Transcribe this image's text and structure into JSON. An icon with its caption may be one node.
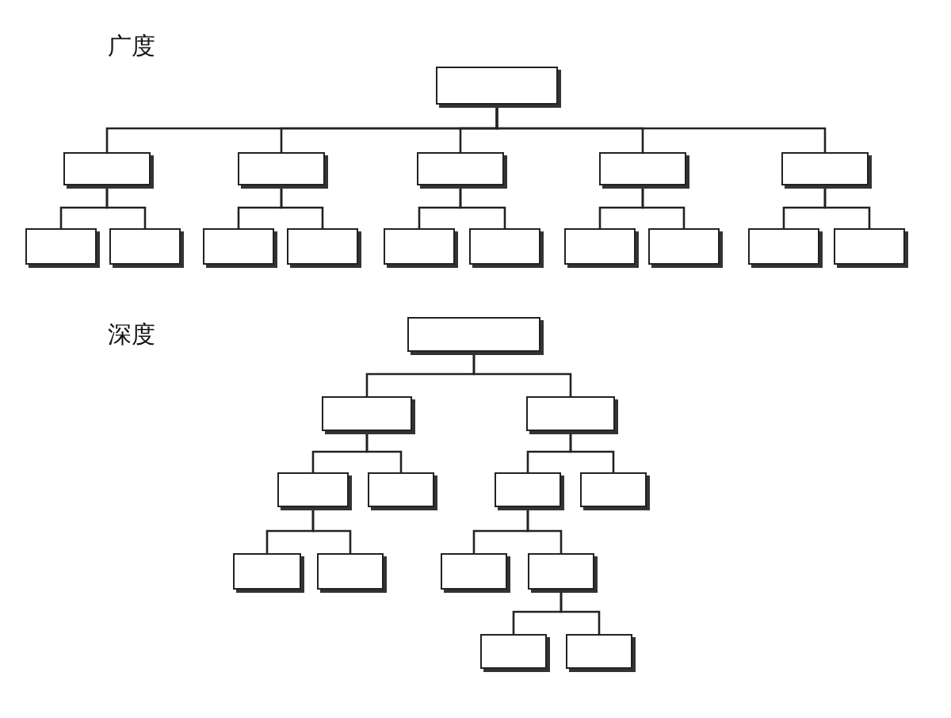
{
  "diagram": {
    "nodes": [
      {
        "text": [],
        "shape": "box"
      },
      {
        "text": [],
        "shape": "box"
      },
      {
        "text": [],
        "shape": "box"
      },
      {
        "text": [],
        "shape": "box"
      },
      {
        "text": [],
        "shape": "box"
      },
      {
        "text": [],
        "shape": "box"
      },
      {
        "text": [],
        "shape": "box"
      },
      {
        "text": [],
        "shape": "box"
      },
      {
        "text": [],
        "shape": "box"
      },
      {
        "text": [],
        "shape": "box"
      },
      {
        "text": [],
        "shape": "box"
      },
      {
        "text": [],
        "shape": "box"
      },
      {
        "text": [],
        "shape": "box"
      },
      {
        "text": [],
        "shape": "box"
      },
      {
        "text": [],
        "shape": "box"
      },
      {
        "text": [],
        "shape": "box"
      },
      {
        "text": [],
        "shape": "box"
      },
      {
        "text": [],
        "shape": "box"
      },
      {
        "text": [],
        "shape": "box"
      },
      {
        "text": [],
        "shape": "box"
      },
      {
        "text": [],
        "shape": "box"
      },
      {
        "text": [],
        "shape": "box"
      },
      {
        "text": [],
        "shape": "box"
      },
      {
        "text": [],
        "shape": "box"
      },
      {
        "text": [],
        "shape": "box"
      },
      {
        "text": [],
        "shape": "box"
      },
      {
        "text": [],
        "shape": "box"
      },
      {
        "text": [],
        "shape": "box"
      },
      {
        "text": [],
        "shape": "box"
      }
    ],
    "edges": [
      {
        "from": 0,
        "to": 1,
        "arrow": "none"
      },
      {
        "from": 0,
        "to": 2,
        "arrow": "none"
      },
      {
        "from": 0,
        "to": 3,
        "arrow": "none"
      },
      {
        "from": 0,
        "to": 4,
        "arrow": "none"
      },
      {
        "from": 0,
        "to": 5,
        "arrow": "none"
      },
      {
        "from": 1,
        "to": 6,
        "arrow": "none"
      },
      {
        "from": 1,
        "to": 7,
        "arrow": "none"
      },
      {
        "from": 2,
        "to": 8,
        "arrow": "none"
      },
      {
        "from": 2,
        "to": 9,
        "arrow": "none"
      },
      {
        "from": 3,
        "to": 10,
        "arrow": "none"
      },
      {
        "from": 3,
        "to": 11,
        "arrow": "none"
      },
      {
        "from": 4,
        "to": 12,
        "arrow": "none"
      },
      {
        "from": 4,
        "to": 13,
        "arrow": "none"
      },
      {
        "from": 5,
        "to": 14,
        "arrow": "none"
      },
      {
        "from": 5,
        "to": 15,
        "arrow": "none"
      },
      {
        "from": 16,
        "to": 17,
        "arrow": "none"
      },
      {
        "from": 16,
        "to": 18,
        "arrow": "none"
      },
      {
        "from": 17,
        "to": 19,
        "arrow": "none"
      },
      {
        "from": 17,
        "to": 20,
        "arrow": "none"
      },
      {
        "from": 18,
        "to": 21,
        "arrow": "none"
      },
      {
        "from": 18,
        "to": 22,
        "arrow": "none"
      },
      {
        "from": 19,
        "to": 23,
        "arrow": "none"
      },
      {
        "from": 19,
        "to": 24,
        "arrow": "none"
      },
      {
        "from": 21,
        "to": 25,
        "arrow": "none"
      },
      {
        "from": 21,
        "to": 26,
        "arrow": "none"
      },
      {
        "from": 26,
        "to": 27,
        "arrow": "none"
      },
      {
        "from": 26,
        "to": 28,
        "arrow": "none"
      }
    ],
    "labels": [
      "广度",
      "深度"
    ]
  }
}
